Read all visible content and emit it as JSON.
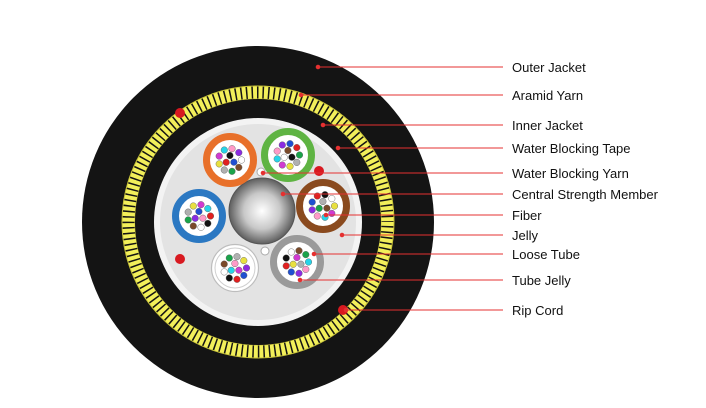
{
  "labels": {
    "outer_jacket": "Outer Jacket",
    "aramid_yarn": "Aramid Yarn",
    "inner_jacket": "Inner Jacket",
    "water_blocking_tape": "Water Blocking Tape",
    "water_blocking_yarn": "Water Blocking Yarn",
    "central_strength_member": "Central Strength Member",
    "fiber": "Fiber",
    "jelly": "Jelly",
    "loose_tube": "Loose Tube",
    "tube_jelly": "Tube Jelly",
    "rip_cord": "Rip Cord"
  },
  "colors": {
    "outer_jacket": "#141414",
    "aramid_yarn": "#f2ef5a",
    "inner_jacket": "#141414",
    "water_blocking_tape": "#f3f3f3",
    "jelly": "#e3e3e3",
    "rip_cord": "#d81920",
    "leader_line": "#e53030",
    "tube_colors": [
      "#e8702a",
      "#5fb443",
      "#8a4a1e",
      "#9a9a9a",
      "#ffffff",
      "#2b78c2"
    ],
    "fiber_colors": [
      "#1f4fd1",
      "#e02020",
      "#111111",
      "#ffffff",
      "#7a4a2a",
      "#1aa34a",
      "#b0b0b0",
      "#e8e040",
      "#d03ad0",
      "#27d4e8",
      "#ff9ac8",
      "#8a2be2"
    ]
  }
}
